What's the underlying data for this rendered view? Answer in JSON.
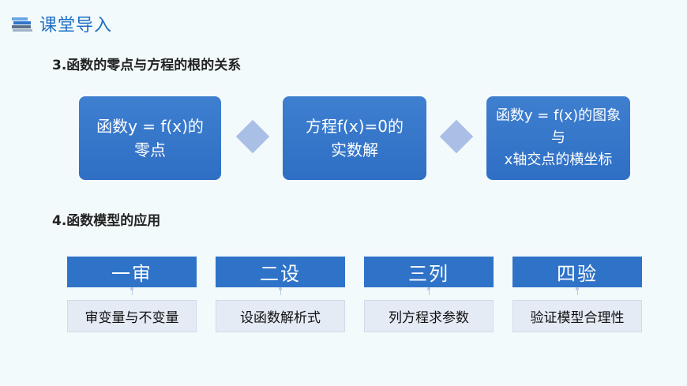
{
  "header": {
    "title": "课堂导入",
    "icon": "books-icon"
  },
  "section3": {
    "title": "3.函数的零点与方程的根的关系",
    "boxes": [
      {
        "line1": "函数y = f(x)的",
        "line2": "零点"
      },
      {
        "line1": "方程f(x)=0的",
        "line2": "实数解"
      },
      {
        "line1": "函数y = f(x)的图象与",
        "line2": "x轴交点的横坐标"
      }
    ]
  },
  "section4": {
    "title": "4.函数模型的应用",
    "steps": [
      {
        "head": "一审",
        "body": "审变量与不变量"
      },
      {
        "head": "二设",
        "body": "设函数解析式"
      },
      {
        "head": "三列",
        "body": "列方程求参数"
      },
      {
        "head": "四验",
        "body": "验证模型合理性"
      }
    ]
  },
  "colors": {
    "accent": "#2f73c8",
    "diamond": "#a9bfe6",
    "background": "#f3fafb"
  }
}
